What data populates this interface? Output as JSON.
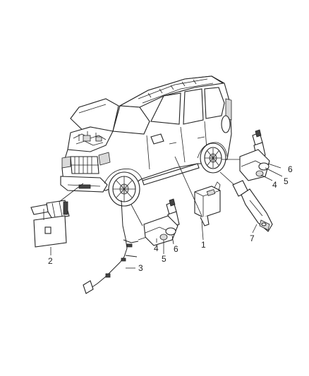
{
  "diagram": {
    "callouts": [
      {
        "id": "c1",
        "label": "1"
      },
      {
        "id": "c2",
        "label": "2"
      },
      {
        "id": "c3",
        "label": "3"
      },
      {
        "id": "c4a",
        "label": "4"
      },
      {
        "id": "c5a",
        "label": "5"
      },
      {
        "id": "c6a",
        "label": "6"
      },
      {
        "id": "c4b",
        "label": "4"
      },
      {
        "id": "c5b",
        "label": "5"
      },
      {
        "id": "c6b",
        "label": "6"
      },
      {
        "id": "c7",
        "label": "7"
      }
    ]
  }
}
